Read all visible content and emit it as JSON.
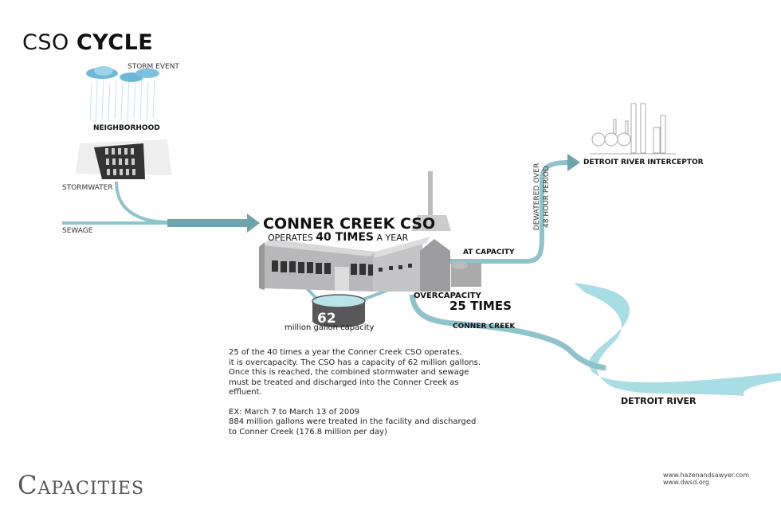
{
  "header": {
    "title_light": "CSO",
    "title_bold": "CYCLE"
  },
  "labels": {
    "storm_event": "STORM EVENT",
    "neighborhood": "NEIGHBORHOOD",
    "stormwater": "STORMWATER",
    "sewage": "SEWAGE",
    "at_capacity": "AT CAPACITY",
    "dewatered_line1": "DEWATERED OVER",
    "dewatered_line2": "48 HOUR PERIOD",
    "interceptor": "DETROIT RIVER INTERCEPTOR",
    "overcapacity": "OVERCAPACITY",
    "overcapacity_times": "25 TIMES",
    "conner_creek": "CONNER CREEK",
    "detroit_river": "DETROIT RIVER"
  },
  "facility": {
    "name": "CONNER CREEK CSO",
    "operates_prefix": "OPERATES",
    "operates_bold": "40 TIMES",
    "operates_suffix": "A YEAR",
    "tank_value": "62",
    "tank_caption": "million gallon capacity"
  },
  "description": {
    "paragraph1": "25 of the 40 times a year the Conner Creek CSO operates,\nit is overcapacity. The CSO has a capacity of 62 million gallons.\nOnce this is reached, the combined stormwater and sewage\nmust be treated and discharged into the Conner Creek as\neffluent.",
    "paragraph2": "EX: March 7 to March 13 of 2009\n884 million gallons were treated in the facility and discharged\nto Conner Creek (176.8 million per day)"
  },
  "footer": {
    "section_title": "Capacities",
    "url1": "www.hazenandsawyer.com",
    "url2": "www.dwsd.org"
  },
  "colors": {
    "flow": "#8fc3cc",
    "flow_dark": "#6fa3ad",
    "river": "#a9dde5",
    "building": "#b8b8ba",
    "tank": "#58585a"
  }
}
